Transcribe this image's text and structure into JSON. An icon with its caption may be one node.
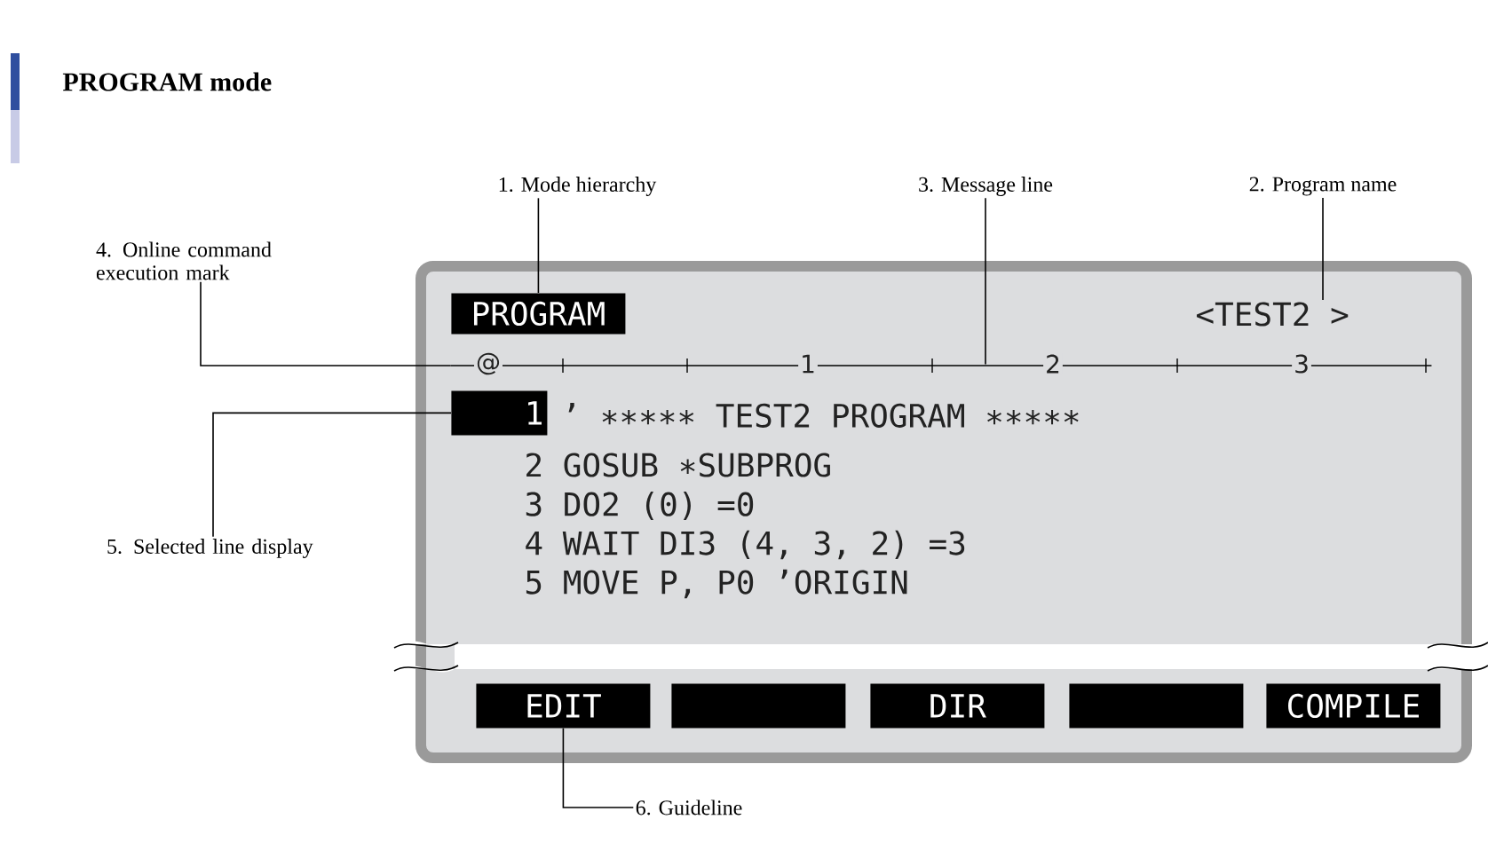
{
  "diagram": {
    "title": "PROGRAM mode",
    "nodes": [
      {
        "text": [
          "1. Mode hierarchy"
        ]
      },
      {
        "text": [
          "3. Message line"
        ]
      },
      {
        "text": [
          "2. Program name"
        ]
      },
      {
        "text": [
          "4. Online command execution mark"
        ]
      },
      {
        "text": [
          "5. Selected line display"
        ]
      },
      {
        "text": [
          "6. Guideline"
        ]
      },
      {
        "text": [],
        "shape": "box"
      },
      {
        "text": [
          "PROGRAM"
        ],
        "in": 6
      },
      {
        "text": [
          "<TEST2 >"
        ],
        "in": 6
      },
      {
        "text": [
          "@",
          "1",
          "2",
          "3"
        ],
        "in": 6
      },
      {
        "text": [
          "1"
        ],
        "in": 6
      },
      {
        "text": [
          "EDIT"
        ],
        "in": 6
      },
      {
        "text": [],
        "shape": "box",
        "in": 6
      },
      {
        "text": [
          "DIR"
        ],
        "in": 6
      },
      {
        "text": [],
        "shape": "box",
        "in": 6
      },
      {
        "text": [
          "COMPILE"
        ],
        "in": 6
      }
    ],
    "edges": [
      {
        "from": 0,
        "to": 7,
        "arrow": "none"
      },
      {
        "from": 2,
        "to": 8,
        "arrow": "none"
      },
      {
        "from": 1,
        "to": 9,
        "arrow": "none"
      },
      {
        "from": 3,
        "to": 9,
        "arrow": "none"
      },
      {
        "from": 4,
        "to": 10,
        "arrow": "none"
      },
      {
        "from": 5,
        "to": 11,
        "arrow": "none"
      }
    ],
    "labels": [
      "’ ∗∗∗∗∗ TEST2 PROGRAM ∗∗∗∗∗",
      "2 GOSUB ∗SUBPROG",
      "3 DO2 (0) =0",
      "4 WAIT DI3 (4, 3, 2) =3",
      "5 MOVE P, P0 ’ORIGIN"
    ]
  }
}
